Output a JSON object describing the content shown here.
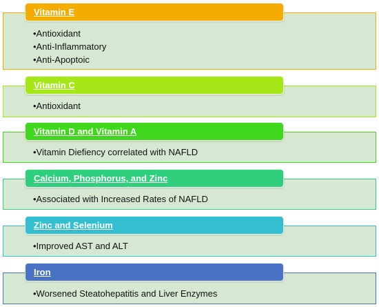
{
  "sections": [
    {
      "title": "Vitamin E",
      "color": "#f5ac00",
      "border": "#f5ac00",
      "items": [
        "•Antioxidant",
        "•Anti-Inflammatory",
        "•Anti-Apoptoic"
      ]
    },
    {
      "title": "Vitamin C",
      "color": "#a6e817",
      "border": "#a6e817",
      "items": [
        "•Antioxidant"
      ]
    },
    {
      "title": "Vitamin D and Vitamin A",
      "color": "#40d81c",
      "border": "#40d81c",
      "items": [
        "•Vitamin Diefiency correlated with NAFLD"
      ]
    },
    {
      "title": "Calcium, Phosphorus, and Zinc",
      "color": "#2fcf7e",
      "border": "#2fcf7e",
      "items": [
        "•Associated with Increased Rates of NAFLD"
      ]
    },
    {
      "title": "Zinc and Selenium",
      "color": "#33bfcf",
      "border": "#33bfcf",
      "items": [
        "•Improved AST and ALT"
      ]
    },
    {
      "title": "Iron",
      "color": "#4a72c5",
      "border": "#4a72c5",
      "items": [
        "•Worsened Steatohepatitis and Liver Enzymes"
      ]
    }
  ]
}
